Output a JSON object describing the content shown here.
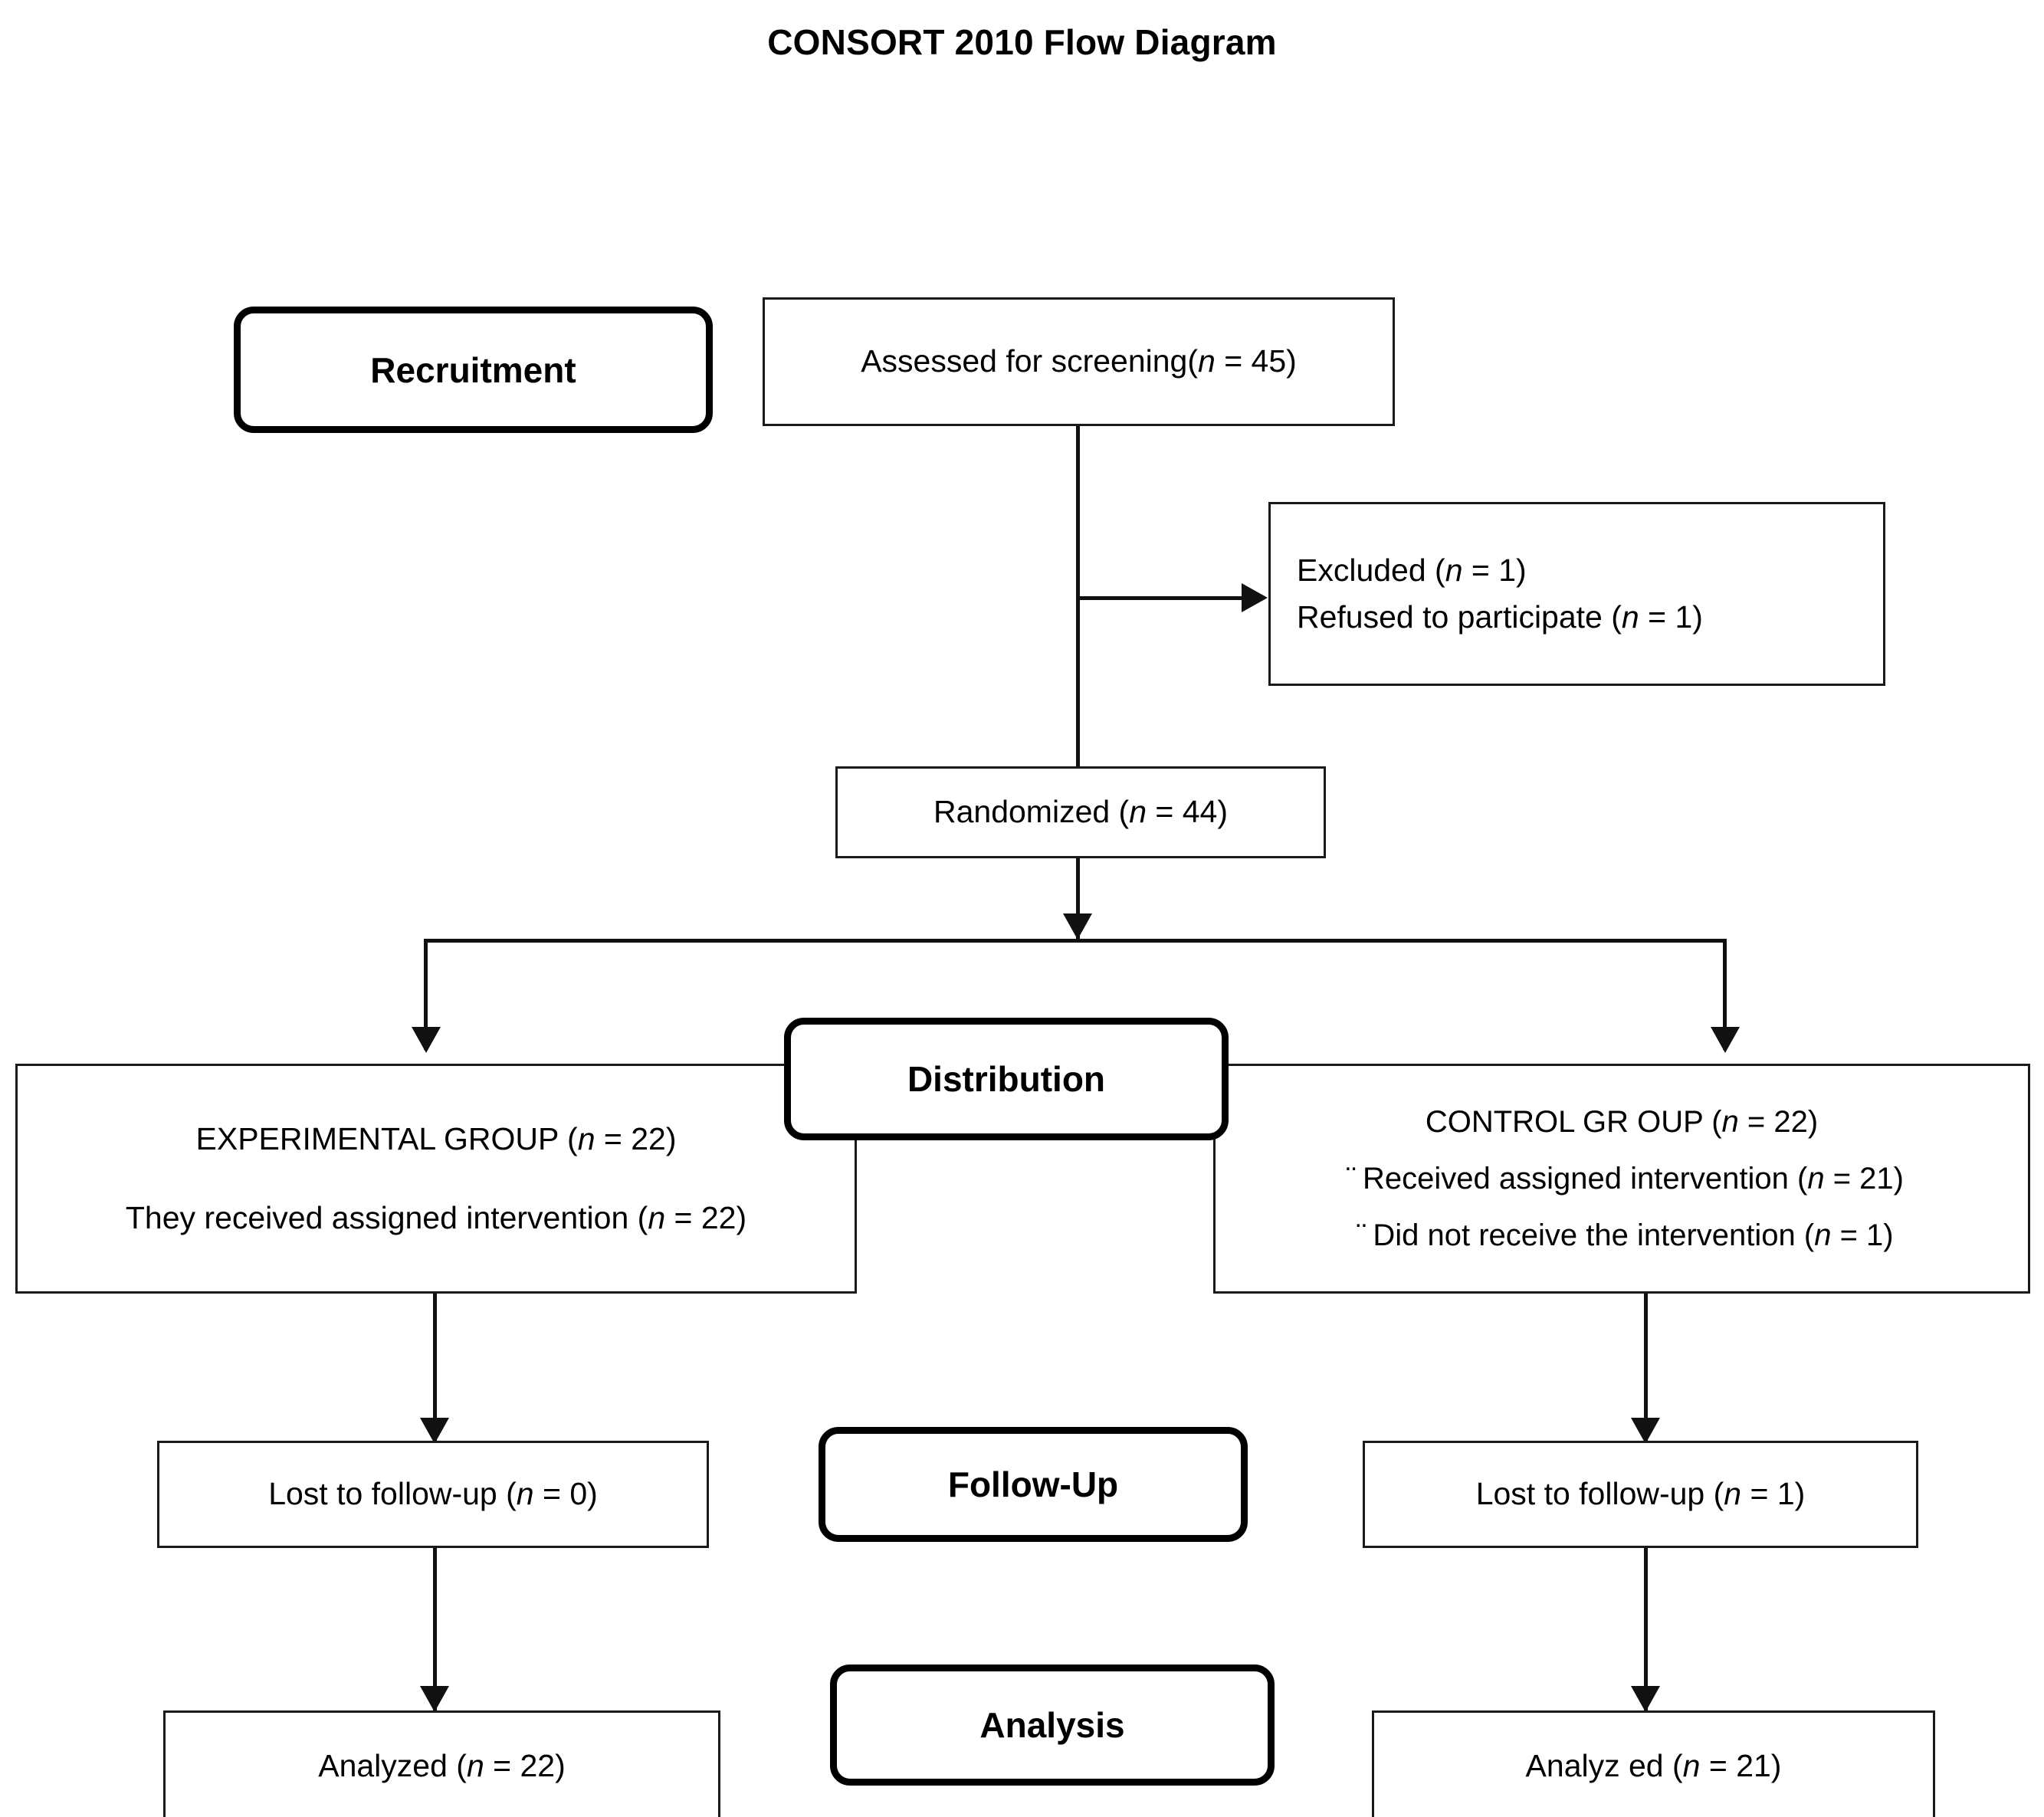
{
  "title": "CONSORT 2010 Flow Diagram",
  "stages": {
    "recruitment": "Recruitment",
    "distribution": "Distribution",
    "follow_up": "Follow-Up",
    "analysis": "Analysis"
  },
  "nodes": {
    "screening": {
      "text": "Assessed for screening  (n = 45)",
      "label": "Assessed for screening",
      "n_prefix": "(",
      "n_symbol": "n",
      "n_eq": " = 45)"
    },
    "excluded": {
      "line1_label": "Excluded  (",
      "line1_n": "n",
      "line1_tail": " = 1)",
      "line2_label": "Refused to participate  (",
      "line2_n": "n",
      "line2_tail": " = 1)"
    },
    "randomized": {
      "label": "Randomized (",
      "n": "n",
      "tail": " = 44)"
    },
    "experimental": {
      "title_label": "EXPERIMENTAL GROUP  (",
      "title_n": "n",
      "title_tail": " = 22)",
      "line_label": "They received  assigned intervention  (",
      "line_n": "n",
      "line_tail": " = 22)"
    },
    "control": {
      "title_label": "CONTROL GR OUP (",
      "title_n": "n",
      "title_tail": " = 22)",
      "bullet": "¨",
      "line1_label": "Received assigned  intervention (",
      "line1_n": "n",
      "line1_tail": " = 21)",
      "line2_label": "Did not receive the intervention  (",
      "line2_n": "n",
      "line2_tail": " = 1)"
    },
    "lost_left": {
      "label": "Lost to follow-up (",
      "n": "n",
      "tail": " = 0)"
    },
    "lost_right": {
      "label": "Lost to follow-up (",
      "n": "n",
      "tail": " = 1)"
    },
    "analyzed_left": {
      "label": "Analyzed  (",
      "n": "n",
      "tail": " = 22)"
    },
    "analyzed_right": {
      "label": "Analyz ed  (",
      "n": "n",
      "tail": " = 21)"
    }
  },
  "colors": {
    "line": "#111111",
    "box_border": "#1a1a1a",
    "stage_border": "#000000",
    "background": "#ffffff",
    "text": "#000000"
  }
}
